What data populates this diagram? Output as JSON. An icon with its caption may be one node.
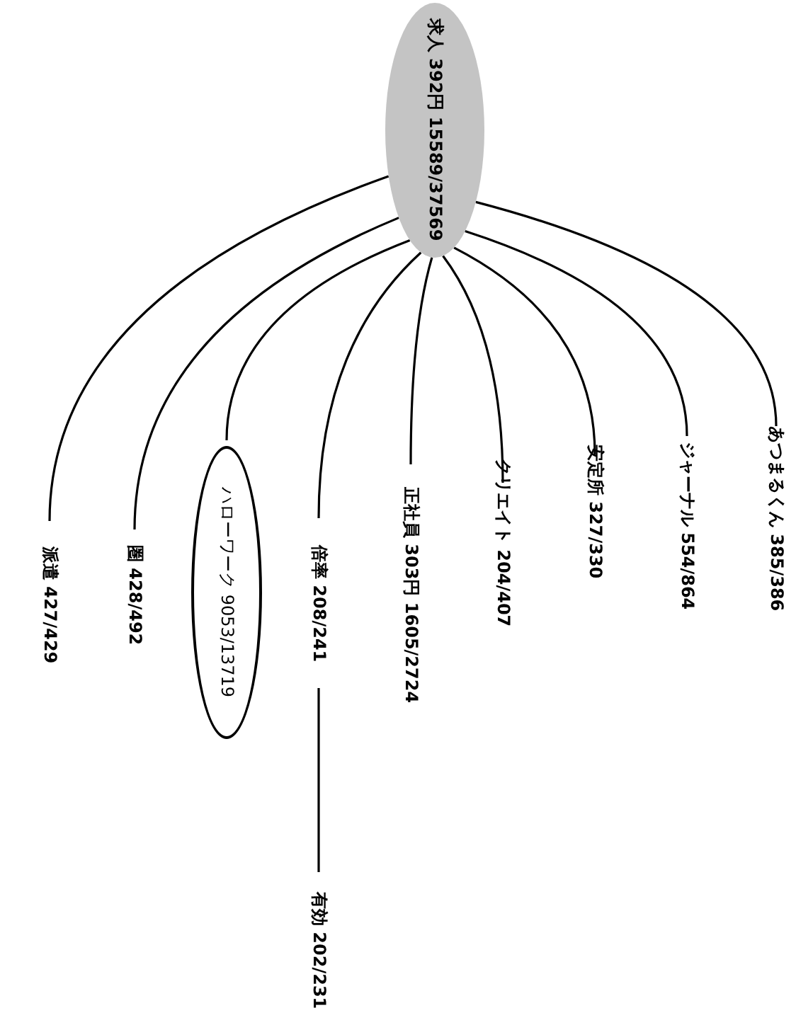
{
  "diagram": {
    "nodes": [
      {
        "text": [
          "求人 392円 15589/37569"
        ]
      },
      {
        "text": [
          "派遣 427/429"
        ]
      },
      {
        "text": [
          "圏 428/492"
        ]
      },
      {
        "text": [
          "ハローワーク 9053/13719"
        ]
      },
      {
        "text": [
          "倍率 208/241"
        ]
      },
      {
        "text": [
          "有効 202/231"
        ]
      },
      {
        "text": [
          "正社員 303円 1605/2724"
        ]
      },
      {
        "text": [
          "クリエイト 204/407"
        ]
      },
      {
        "text": [
          "安定所 327/330"
        ]
      },
      {
        "text": [
          "ジャーナル 554/864"
        ]
      },
      {
        "text": [
          "あつまるくん 385/386"
        ]
      }
    ],
    "edges": [
      {
        "from": 0,
        "to": 1,
        "arrow": "none"
      },
      {
        "from": 0,
        "to": 2,
        "arrow": "none"
      },
      {
        "from": 0,
        "to": 3,
        "arrow": "none"
      },
      {
        "from": 0,
        "to": 4,
        "arrow": "none"
      },
      {
        "from": 4,
        "to": 5,
        "arrow": "none"
      },
      {
        "from": 0,
        "to": 6,
        "arrow": "none"
      },
      {
        "from": 0,
        "to": 7,
        "arrow": "none"
      },
      {
        "from": 0,
        "to": 8,
        "arrow": "none"
      },
      {
        "from": 0,
        "to": 9,
        "arrow": "none"
      },
      {
        "from": 0,
        "to": 10,
        "arrow": "none"
      }
    ]
  }
}
